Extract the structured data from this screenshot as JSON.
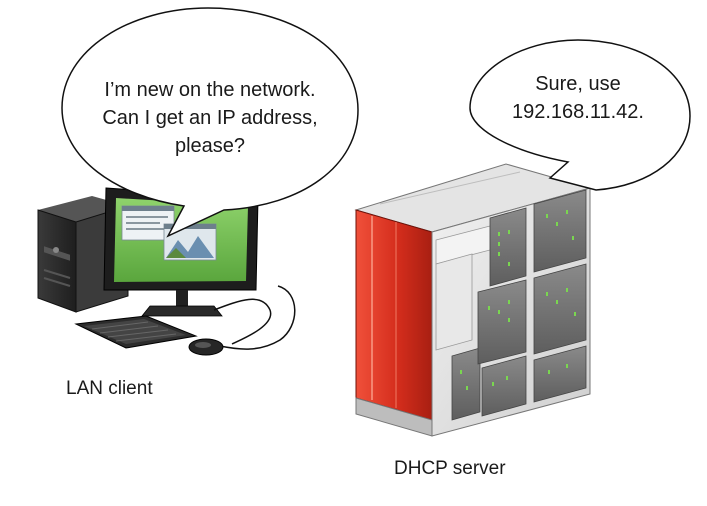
{
  "diagram": {
    "client_bubble": {
      "lines": [
        "I’m new on the network.",
        "Can I get an IP address,",
        "please?"
      ]
    },
    "server_bubble": {
      "lines": [
        "Sure, use",
        "192.168.11.42."
      ]
    },
    "client_label": "LAN client",
    "server_label": "DHCP server",
    "colors": {
      "server_red": "#d42d1c",
      "screen_green": "#74c159",
      "led_green": "#7ad650",
      "case_dark": "#2b2b2b"
    }
  }
}
